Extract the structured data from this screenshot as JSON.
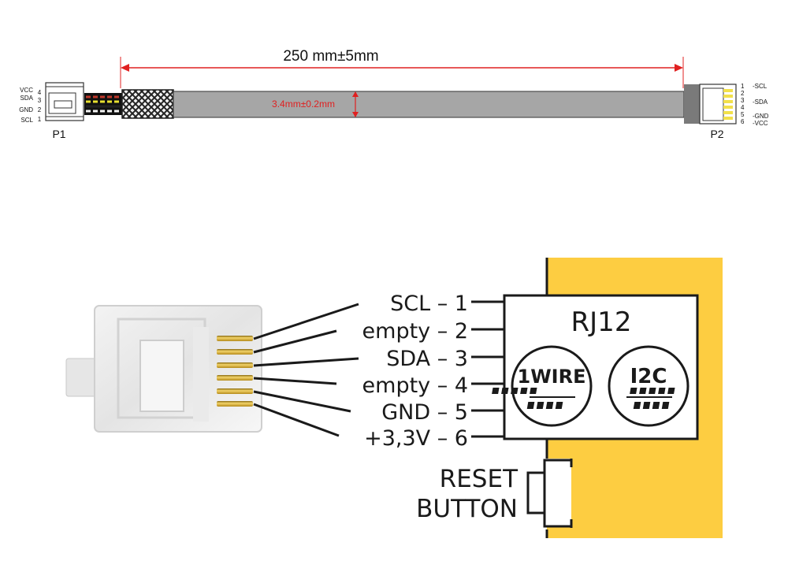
{
  "cable_drawing": {
    "length_label": "250 mm±5mm",
    "diameter_label": "3.4mm±0.2mm",
    "dimension_color": "#e02020",
    "cable_color": "#a6a6a6",
    "p1": {
      "name": "P1",
      "pins": [
        {
          "signal": "VCC",
          "number": "4"
        },
        {
          "signal": "SDA",
          "number": "3"
        },
        {
          "signal": "GND",
          "number": "2"
        },
        {
          "signal": "SCL",
          "number": "1"
        }
      ]
    },
    "p2": {
      "name": "P2",
      "pins": [
        {
          "number": "1",
          "signal": "-SCL"
        },
        {
          "number": "2",
          "signal": ""
        },
        {
          "number": "3",
          "signal": "-SDA"
        },
        {
          "number": "4",
          "signal": ""
        },
        {
          "number": "5",
          "signal": "-GND"
        },
        {
          "number": "6",
          "signal": "-VCC"
        }
      ]
    }
  },
  "pinout": {
    "pins": [
      {
        "label": "SCL – 1"
      },
      {
        "label": "empty – 2"
      },
      {
        "label": "SDA – 3"
      },
      {
        "label": "empty – 4"
      },
      {
        "label": "GND – 5"
      },
      {
        "label": "+3,3V – 6"
      }
    ],
    "module": {
      "title": "RJ12",
      "badges": [
        "1WIRE",
        "I2C"
      ],
      "reset_label_line1": "RESET",
      "reset_label_line2": "BUTTON",
      "board_color": "#fdcd41"
    }
  }
}
